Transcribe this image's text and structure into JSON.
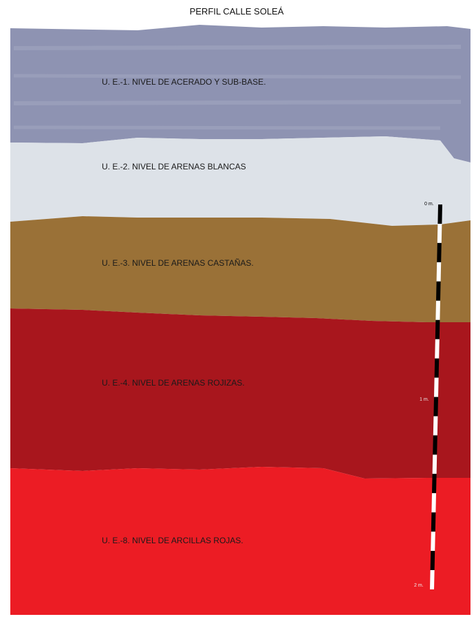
{
  "title": "PERFIL CALLE SOLEÁ",
  "layers": [
    {
      "id": "ue1",
      "label": "U. E.-1. NIVEL DE ACERADO Y SUB-BASE.",
      "color": "#8e93b2"
    },
    {
      "id": "ue2",
      "label": "U. E.-2. NIVEL DE ARENAS BLANCAS",
      "color": "#dde2e8"
    },
    {
      "id": "ue3",
      "label": "U. E.-3. NIVEL DE ARENAS CASTAÑAS.",
      "color": "#9a7137"
    },
    {
      "id": "ue4",
      "label": "U. E.-4. NIVEL DE ARENAS ROJIZAS.",
      "color": "#a8161d"
    },
    {
      "id": "ue8",
      "label": "U. E.-8. NIVEL DE ARCILLAS ROJAS.",
      "color": "#ec1c24"
    }
  ],
  "scale_bar": {
    "labels": [
      "0 m.",
      "1 m.",
      "2 m."
    ],
    "colors": [
      "#000000",
      "#ffffff"
    ]
  }
}
